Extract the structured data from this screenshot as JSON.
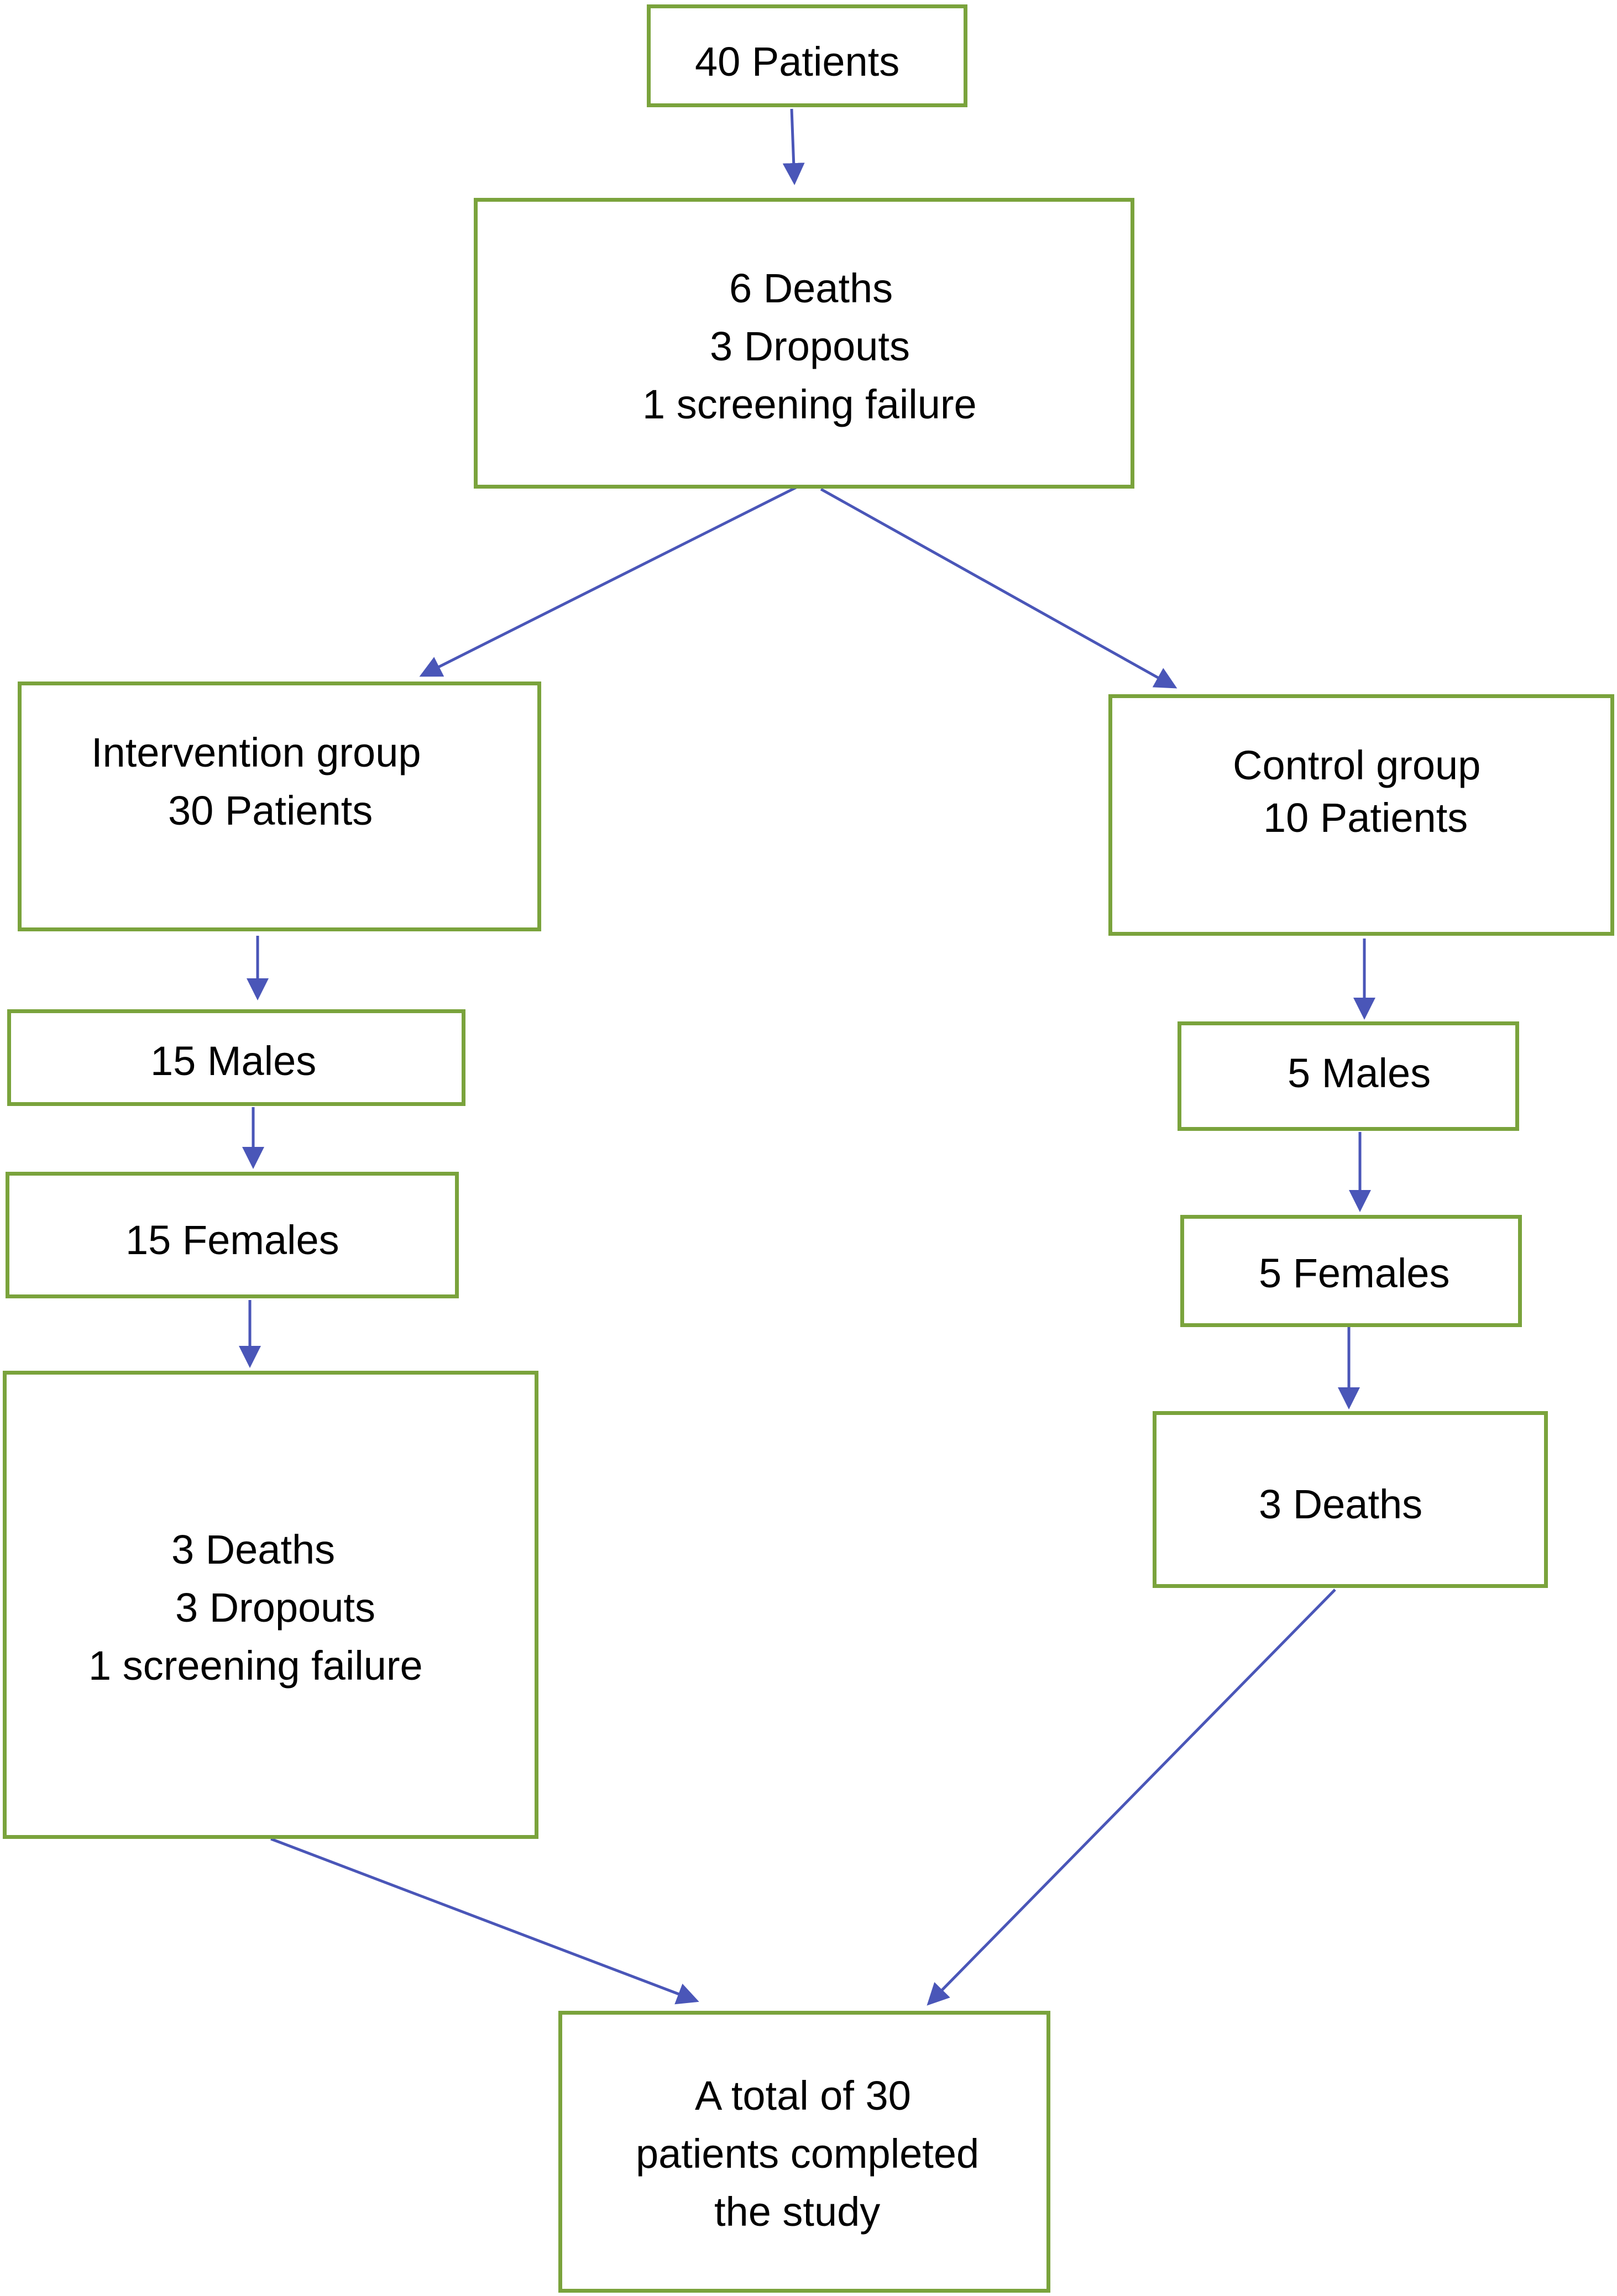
{
  "colors": {
    "box_border": "#7aa33c",
    "arrow": "#4a56b8",
    "text": "#000000",
    "background": "#ffffff"
  },
  "nodes": {
    "enrolled": {
      "lines": [
        "40 Patients"
      ]
    },
    "excluded": {
      "lines": [
        "6 Deaths",
        "3 Dropouts",
        "1 screening failure"
      ]
    },
    "intervention": {
      "lines": [
        "Intervention group",
        "30 Patients"
      ]
    },
    "control": {
      "lines": [
        "Control group",
        "10 Patients"
      ]
    },
    "intervention_males": {
      "lines": [
        "15 Males"
      ]
    },
    "control_males": {
      "lines": [
        "5 Males"
      ]
    },
    "intervention_females": {
      "lines": [
        "15 Females"
      ]
    },
    "control_females": {
      "lines": [
        "5 Females"
      ]
    },
    "intervention_losses": {
      "lines": [
        "3 Deaths",
        "3 Dropouts",
        "1 screening failure"
      ]
    },
    "control_losses": {
      "lines": [
        "3 Deaths"
      ]
    },
    "completed": {
      "lines": [
        "A total of 30",
        "patients completed",
        "the study"
      ]
    }
  },
  "edges": [
    {
      "from": "enrolled",
      "to": "excluded"
    },
    {
      "from": "excluded",
      "to": "intervention"
    },
    {
      "from": "excluded",
      "to": "control"
    },
    {
      "from": "intervention",
      "to": "intervention_males"
    },
    {
      "from": "intervention_males",
      "to": "intervention_females"
    },
    {
      "from": "intervention_females",
      "to": "intervention_losses"
    },
    {
      "from": "control",
      "to": "control_males"
    },
    {
      "from": "control_males",
      "to": "control_females"
    },
    {
      "from": "control_females",
      "to": "control_losses"
    },
    {
      "from": "intervention_losses",
      "to": "completed"
    },
    {
      "from": "control_losses",
      "to": "completed"
    }
  ]
}
